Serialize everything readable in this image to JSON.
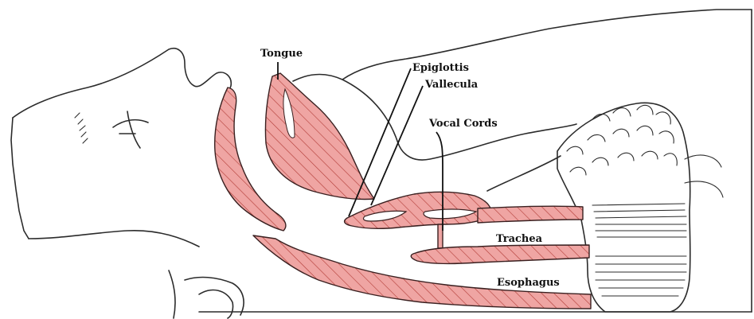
{
  "labels": {
    "tongue": "Tongue",
    "epiglottis": "Epiglottis",
    "vallecula": "Vallecula",
    "vocal_cords": "Vocal Cords",
    "trachea": "Trachea",
    "esophagus": "Esophagus"
  },
  "colors": {
    "highlight_fill": "#efa5a3",
    "hatch_stroke": "#b23b36",
    "outline": "#2b2b2b"
  }
}
